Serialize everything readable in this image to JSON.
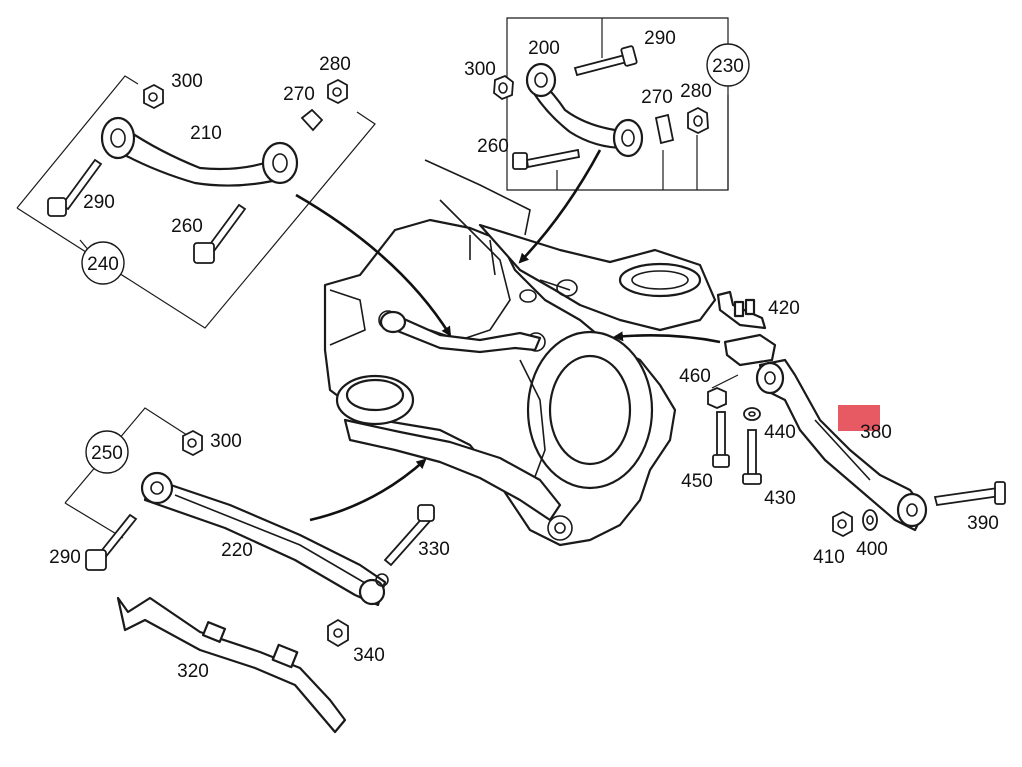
{
  "labels": {
    "l200": "200",
    "l290a": "290",
    "l300a": "300",
    "l230": "230",
    "l270a": "270",
    "l280a": "280",
    "l260a": "260",
    "l300b": "300",
    "l280b": "280",
    "l270b": "270",
    "l210": "210",
    "l290b": "290",
    "l260b": "260",
    "l240": "240",
    "l420": "420",
    "l460": "460",
    "l440": "440",
    "l380": "380",
    "l450": "450",
    "l430": "430",
    "l390": "390",
    "l410": "410",
    "l400": "400",
    "l250": "250",
    "l300c": "300",
    "l220": "220",
    "l290c": "290",
    "l330": "330",
    "l340": "340",
    "l320": "320"
  },
  "colors": {
    "line": "#1a1a1a",
    "highlight": "#e85a63",
    "background": "#ffffff"
  }
}
